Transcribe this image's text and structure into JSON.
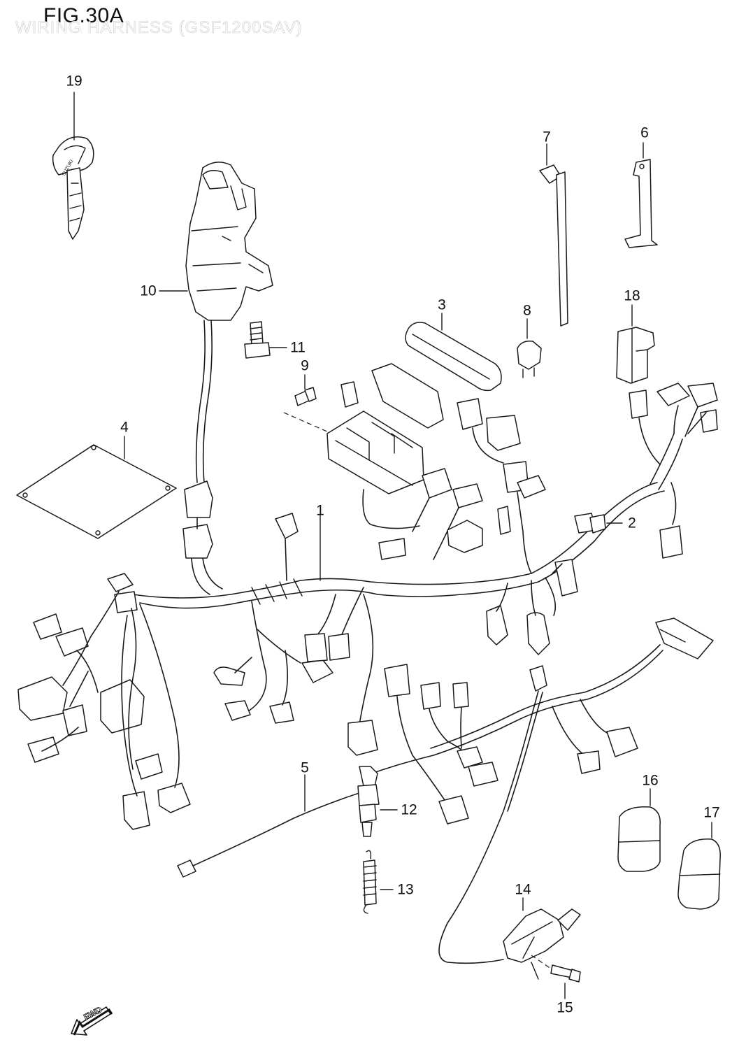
{
  "figure": {
    "title": "FIG.30A",
    "subtitle": "WIRING HARNESS (GSF1200SAV)"
  },
  "callouts": [
    {
      "id": "1",
      "label": "1"
    },
    {
      "id": "2",
      "label": "2"
    },
    {
      "id": "3",
      "label": "3"
    },
    {
      "id": "4",
      "label": "4"
    },
    {
      "id": "5",
      "label": "5"
    },
    {
      "id": "6",
      "label": "6"
    },
    {
      "id": "7",
      "label": "7"
    },
    {
      "id": "8",
      "label": "8"
    },
    {
      "id": "9",
      "label": "9"
    },
    {
      "id": "10",
      "label": "10"
    },
    {
      "id": "11",
      "label": "11"
    },
    {
      "id": "12",
      "label": "12"
    },
    {
      "id": "13",
      "label": "13"
    },
    {
      "id": "14",
      "label": "14"
    },
    {
      "id": "15",
      "label": "15"
    },
    {
      "id": "16",
      "label": "16"
    },
    {
      "id": "17",
      "label": "17"
    },
    {
      "id": "18",
      "label": "18"
    },
    {
      "id": "19",
      "label": "19"
    }
  ],
  "key_brand": "SUZUKI",
  "direction_badge": "FWD"
}
